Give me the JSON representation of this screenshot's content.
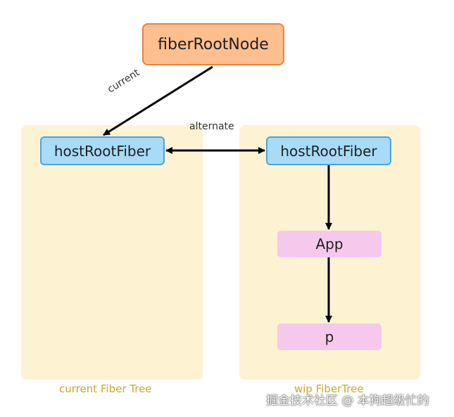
{
  "nodes": {
    "fiber_root_node": "fiberRootNode",
    "current_host_root_fiber": "hostRootFiber",
    "wip_host_root_fiber": "hostRootFiber",
    "app": "App",
    "p": "p"
  },
  "edge_labels": {
    "current": "current",
    "alternate": "alternate"
  },
  "tree_titles": {
    "current_tree": "current Fiber Tree",
    "wip_tree": "wip FiberTree"
  },
  "watermark": "掘金技术社区 @ 本狗超级忙的",
  "colors": {
    "panel_fill": "#fdf3d3",
    "root_node_fill": "#fdbf8f",
    "root_node_border": "#e8833a",
    "fiber_fill": "#a8dbf8",
    "fiber_border": "#4aa3e0",
    "pink_fill": "#f6c8ec",
    "tree_title": "#c8a832",
    "arrow": "#000000"
  }
}
